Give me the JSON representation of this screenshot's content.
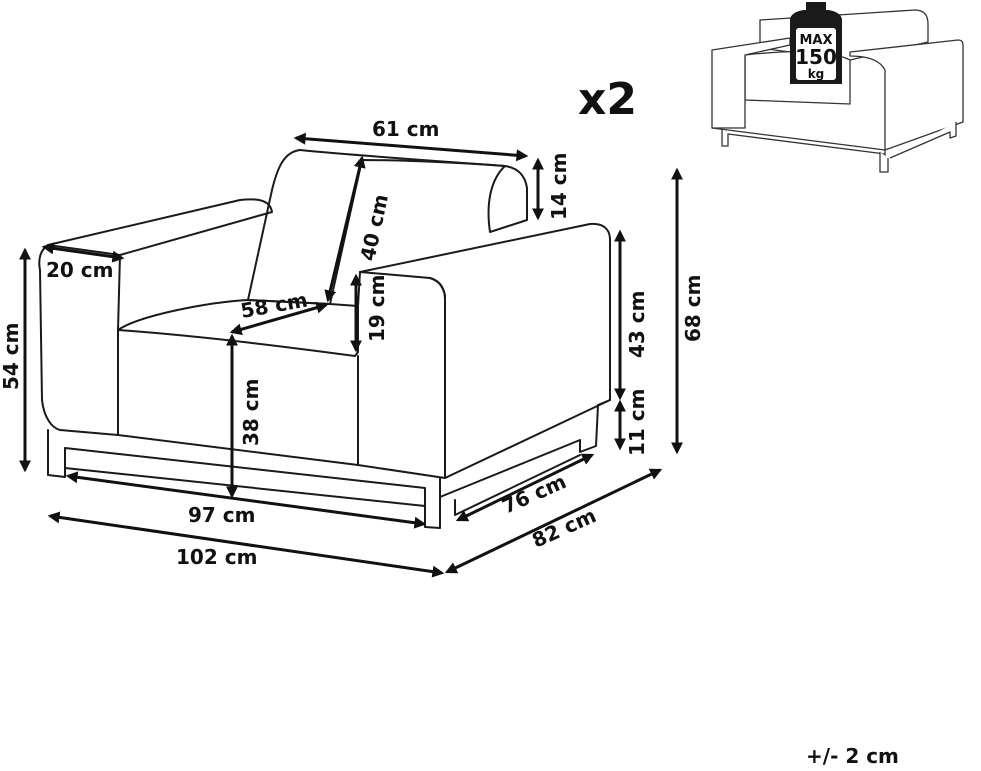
{
  "quantity_label": "x2",
  "tolerance_label": "+/- 2 cm",
  "weight_badge": {
    "line1": "MAX",
    "line2": "150",
    "line3": "kg"
  },
  "dimensions": {
    "backrest_width": "61 cm",
    "back_above_arm": "14 cm",
    "backrest_height": "40 cm",
    "arm_width": "20 cm",
    "seat_depth": "58 cm",
    "arm_above_seat": "19 cm",
    "arm_height": "43 cm",
    "total_height": "68 cm",
    "side_height": "54 cm",
    "seat_height": "38 cm",
    "leg_height": "11 cm",
    "inner_width": "97 cm",
    "inner_depth": "76 cm",
    "total_width": "102 cm",
    "total_depth": "82 cm"
  },
  "colors": {
    "line": "#111111",
    "background": "#ffffff"
  }
}
